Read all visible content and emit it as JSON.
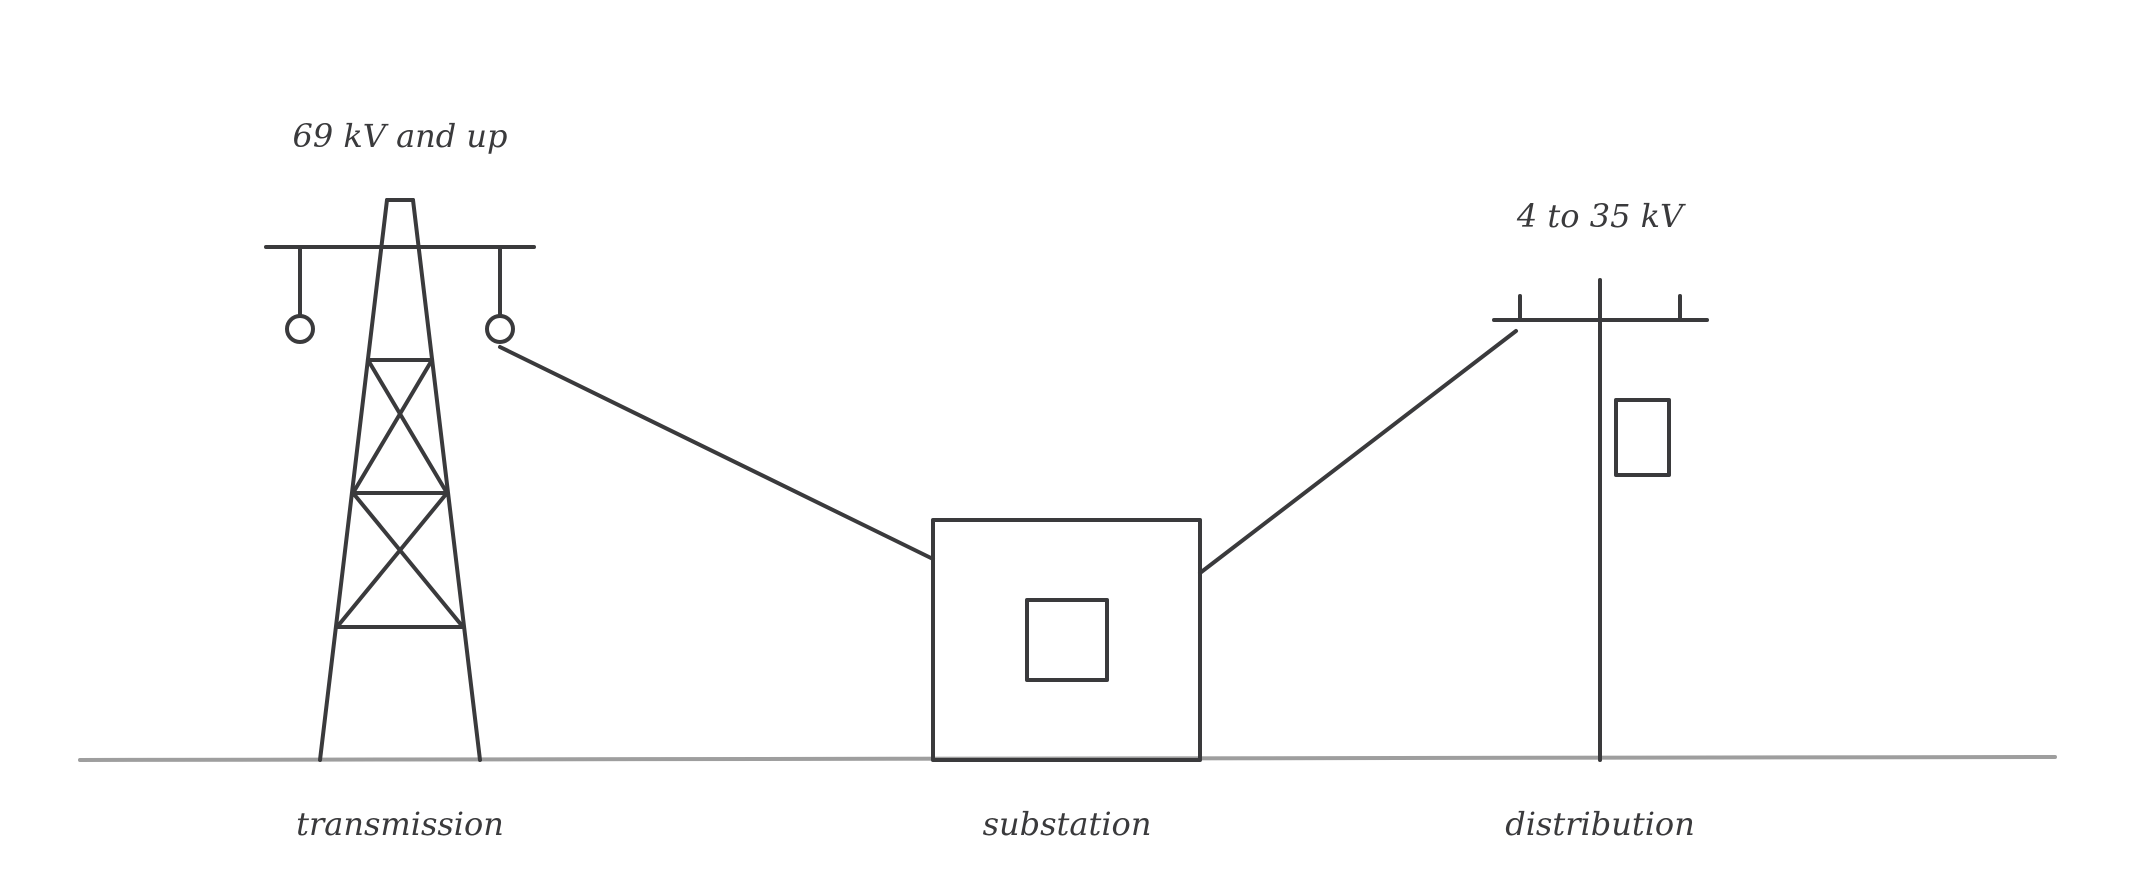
{
  "labels": {
    "transmission_voltage": "69 kV and up",
    "distribution_voltage": "4 to 35 kV",
    "transmission": "transmission",
    "substation": "substation",
    "distribution": "distribution"
  },
  "colors": {
    "stroke": "#3a3a3c",
    "ground": "#9e9e9e",
    "background": "#ffffff"
  }
}
